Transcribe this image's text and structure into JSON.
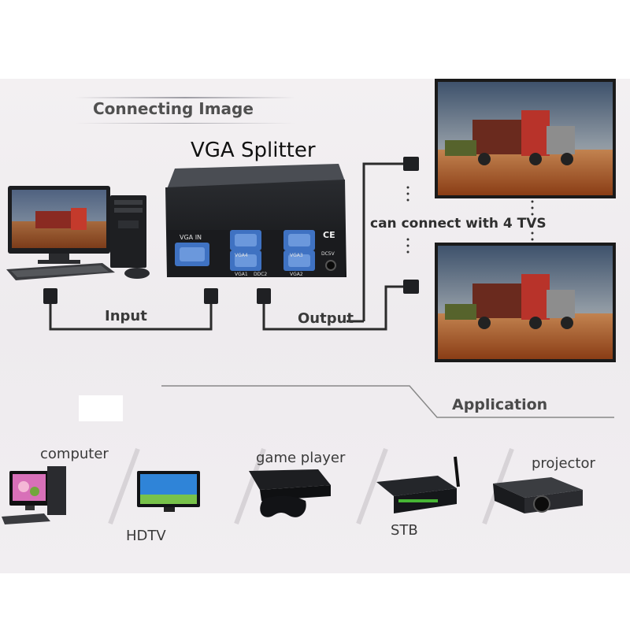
{
  "diagram": {
    "section_connecting": "Connecting Image",
    "product_title": "VGA Splitter",
    "input_label": "Input",
    "output_label": "Output",
    "tv_label": "can connect with 4 TVS",
    "section_application": "Application",
    "device_ports": {
      "vga_in": "VGA IN",
      "vga4": "VGA4",
      "vga3": "VGA3",
      "vga1": "VGA1",
      "ddc2": "DDC2",
      "vga2": "VGA2",
      "ce": "CE",
      "dc5v": "DC5V"
    },
    "applications": [
      {
        "label": "computer"
      },
      {
        "label": "HDTV"
      },
      {
        "label": "game player"
      },
      {
        "label": "STB"
      },
      {
        "label": "projector"
      }
    ]
  },
  "colors": {
    "background": "#eeebee",
    "cable": "#2b2b2b",
    "label_text": "#3a3a3a",
    "port_blue": "#3f72c2",
    "device_body": "#24262a",
    "sky": "#6b7f97",
    "desert": "#b0582c"
  }
}
